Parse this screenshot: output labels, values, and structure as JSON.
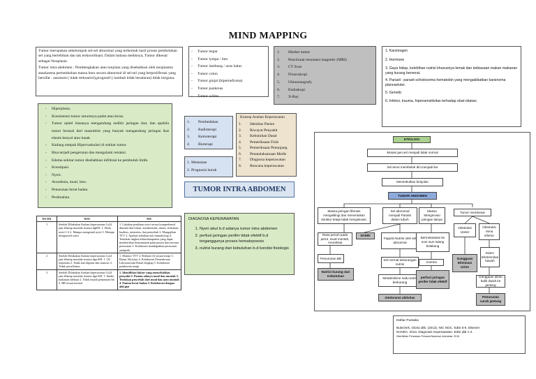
{
  "title": "MIND MAPPING",
  "definition": {
    "p1": "Tumor merupakan sekelompok sel-sel abnormal yang terbentuk hasil proses pembelahan sel yang berlebihan dan tak terkoordinasi. Dalam bahasa medisnya, Tumor dikenal sebagai Neoplasia.",
    "p2": "Tumor intra abdomen : Pembengkakan atau tonjolan yang disebabkan oleh neoplasma ataukarena pertumbuhan massa baru secara abnormal di sel-sel yang berproliferasi yang bersifat : autonom ( tidak terkontrol),progresif ( tumbuh tidak beraturan) tidak berguna."
  },
  "klasifikasi": [
    "Tumor hepar",
    "Tumor lympa / lien",
    "Tumor lambung / usus halus",
    "Tumor colon",
    "Tumor ginjal (hipernefroma)",
    "Tumor pankreas",
    "Tumor wilms"
  ],
  "pemeriksaan": [
    "Marker tumor",
    "Pencitraan resonansi magnetic (MRI)",
    "CT Scan",
    "Flouroskopi",
    "Ultrasonografy",
    "Endoskopi",
    "X-Ray"
  ],
  "etiologi_list": [
    "1. Karsinogen",
    "2. Hormone",
    "3. Gaya hidup, kelebihan nutrisi khususnya lemak dan kebiasaan makan makanan yang kurang berserat.",
    "4. Parasit : parasit schistosoma hematobin yang mengakibatkan karsinoma planoseluler.",
    "5. Genetic",
    "6. Infeksi, trauma, hipersensitivitas terhadap obat-obatan."
  ],
  "manifestasi": [
    "Hiperplasia.",
    "Konsistensi tumor umumnya padat atau keras.",
    "Tumor epitel biasanya mengandung sedikit jaringan ikat, dan apabila tumor berasal dari masenkim yang banyak mengandung jaringan ikat elastis kenyal atau lunak.",
    "Kadang tampak Hipervaskulari di sekitar tumor.",
    "Bisa terjadi pengerutan dan mengalami retraksi.",
    "Edema sekitar tumor disebabkan infiltrasi ke pembuluh limfe.",
    "Konstipasi.",
    "Nyeri.",
    "Anoreksia, mual, lesu.",
    "Penurunan berat badan.",
    "Perdarahan."
  ],
  "penatalaksanaan": [
    "Pembedahan",
    "Radioterapi",
    "Kemoterapi",
    "Bioterapi"
  ],
  "komplikasi": [
    "Metastase",
    "Prognosis buruk"
  ],
  "konsep": {
    "heading": "Konsep Asuhan Keperawatan",
    "items": [
      "Identitas Pasien",
      "Riwayat Penyakit",
      "Kebutuhan Dasar",
      "Pemeriksaan Fisik",
      "Pemeriksaan Penunjang",
      "Penatalaksanaan Medis",
      "Diagnosa keperawatan",
      "Rencana keperawatan"
    ]
  },
  "banner": "TUMOR INTRA ABDOMEN",
  "diagnosa": {
    "heading": "DIAGNOSA KEPERAWATAN",
    "items": [
      "Nyeri akut b.d adanya tumor intra abdomen",
      "perfusi jaringan perifer tidak efektif b.d terganggunya proses hematopoesis",
      "nutrisi kurang dari kebutuhan b.d kondisi fisiologis"
    ]
  },
  "table": {
    "headers": [
      "NO DX",
      "NOC",
      "NIC"
    ],
    "rows": [
      {
        "no": "1",
        "noc": "Setelah Dilakukan Asuhan keperawatan 1x24 jam diharap masalah teratasi dgKH: 1. Skala nyeri 1-2  2. Mampu mengenali nyeri  3. Mampu mengontrol nyeri",
        "nic": "1. Lakukan penilaian nyeri secara komprehensif dimulai dari lokasi, karakteristik, durasi, frekuensi, kualitas, intensitas, dan penyebab  2. Mangajikan TTV  3. Ajarkan teknikan non farmakologi  4. Tentukan tingkat kebutuhanpasien yang dapat memberikan kenyamanan pada pasien dan rencana perawatan  5. Kolaborasi mandapatkan perawatan analgetik"
      },
      {
        "no": "2",
        "noc": "Setelah Dilakukan Asuhan keperawatan 1x24 jam diharap masalah teratasi dgn KH: 1. O2 terpenuhi  2. Tidak ada dispnea dan sianosis  3. Tidak pucat/lemas",
        "nic": "1. Monitor TTV  2. Berikan O2 sesuai terapi  3. Batasi Aktivitas  4. Kolaborasi Pemeriksaan Laboratorium Darah lengkap  5. Kolaborasi pemberian terapi"
      },
      {
        "no": "3",
        "noc": "Setelah Dilakukan Asuhan keperawatan 1x24 jam diharap masalah teratasi dgn KH: 1. Intake makanan adekuat  2. Tidak terjadi penurunan bb  3. BB sesuai normal",
        "nic": "1. Identifikasi faktor yang menyebabkan penyakit  2. Pantau adanya mual dan muntah  3. Tentukan penyebab dari mual dan atau muntah  4. Pantau berat badan  5. Kolaborasi dengan ahli gizi"
      }
    ]
  },
  "flow": {
    "etiologi": "ETIOLOGI",
    "step1": "Mutasi gen,sel menjadi tidak normal",
    "step2": "Sel terus membelah diri,menjadi liar",
    "step3": "Menimbulkan benjolan",
    "tumor": "TUMOR ABDOMEN",
    "massa": "Massa jaringan fibrosis mengelilingi dan menentukan struktur tetapi tidak mengiinvasi.",
    "sel_abnormal": "Sel abnormal menjadi Parasit dalam tubuh",
    "massa_invasi": "Massa Menginvasi jaringan lainya",
    "membesar": "Tumor membesar",
    "rasa_penuh": "Rasa penuh pada perut ,mual muntah, Anoreksia",
    "nyeri": "NYERI",
    "fagosit": "Fagosit Nutrisi oleh sel abnormal",
    "bermetastase": "Bermetastase ke sum sum tulang belakang",
    "obstruksi_ureter": "Obstruksi Ureter",
    "obstruksi_vena": "Obstruksi Vena inferior",
    "penurunan_bb": "Penurunan BB",
    "sel_normal": "Sel normal kekurangan nutrisi",
    "anemia": "Anemia",
    "gangguan": "Gangguan Eliminasi Urine",
    "edem": "Edem Ekstremitas bawah",
    "nutrisi_kurang": "Nutrisi kurang dari Kebutuhan",
    "metabolisme": "Metabolisme naik,nutrisi berkurang",
    "perfusi": "perfusi jaringan perifer tidak efektif",
    "gangguan_aliran": "Gangguan aliran balik darah ke jantung",
    "intoleransi": "Intoleransi aktivitas",
    "penurunan_curah": "Penurunan curah jantung"
  },
  "pustaka": {
    "heading": "Daftar Pustaka",
    "items": [
      "Bulechek, Gloria dkk. (2013). NIC NOC. Edisi 5-6. Elsevier",
      "NANDA. 2013. Diagnosis Keperawatan. Edisi jilid 1-2.",
      "Diterbitkan Persatuan Perawat Nasional Indonesia. 2016"
    ]
  }
}
